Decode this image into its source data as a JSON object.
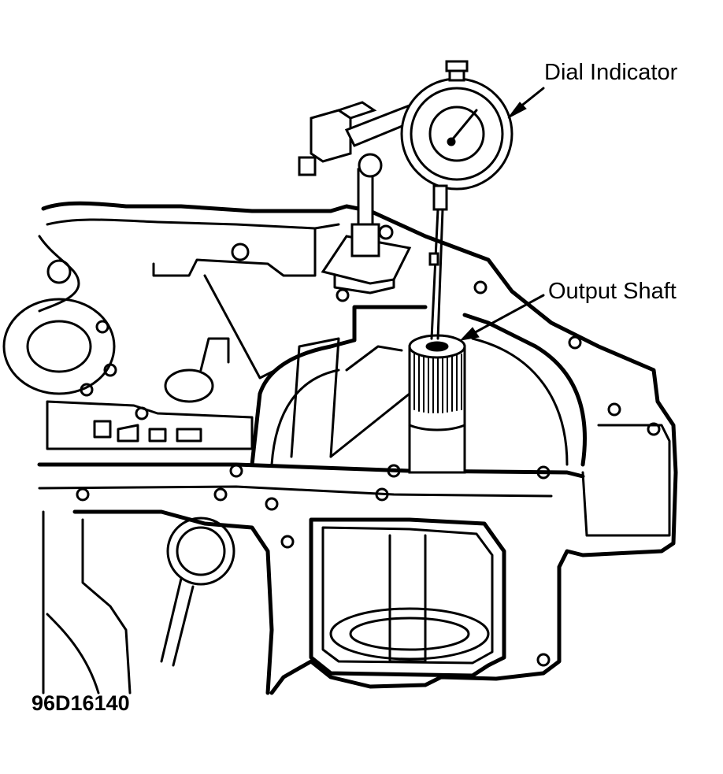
{
  "callouts": {
    "dial_indicator": "Dial Indicator",
    "output_shaft": "Output Shaft"
  },
  "figure_code": "96D16140"
}
